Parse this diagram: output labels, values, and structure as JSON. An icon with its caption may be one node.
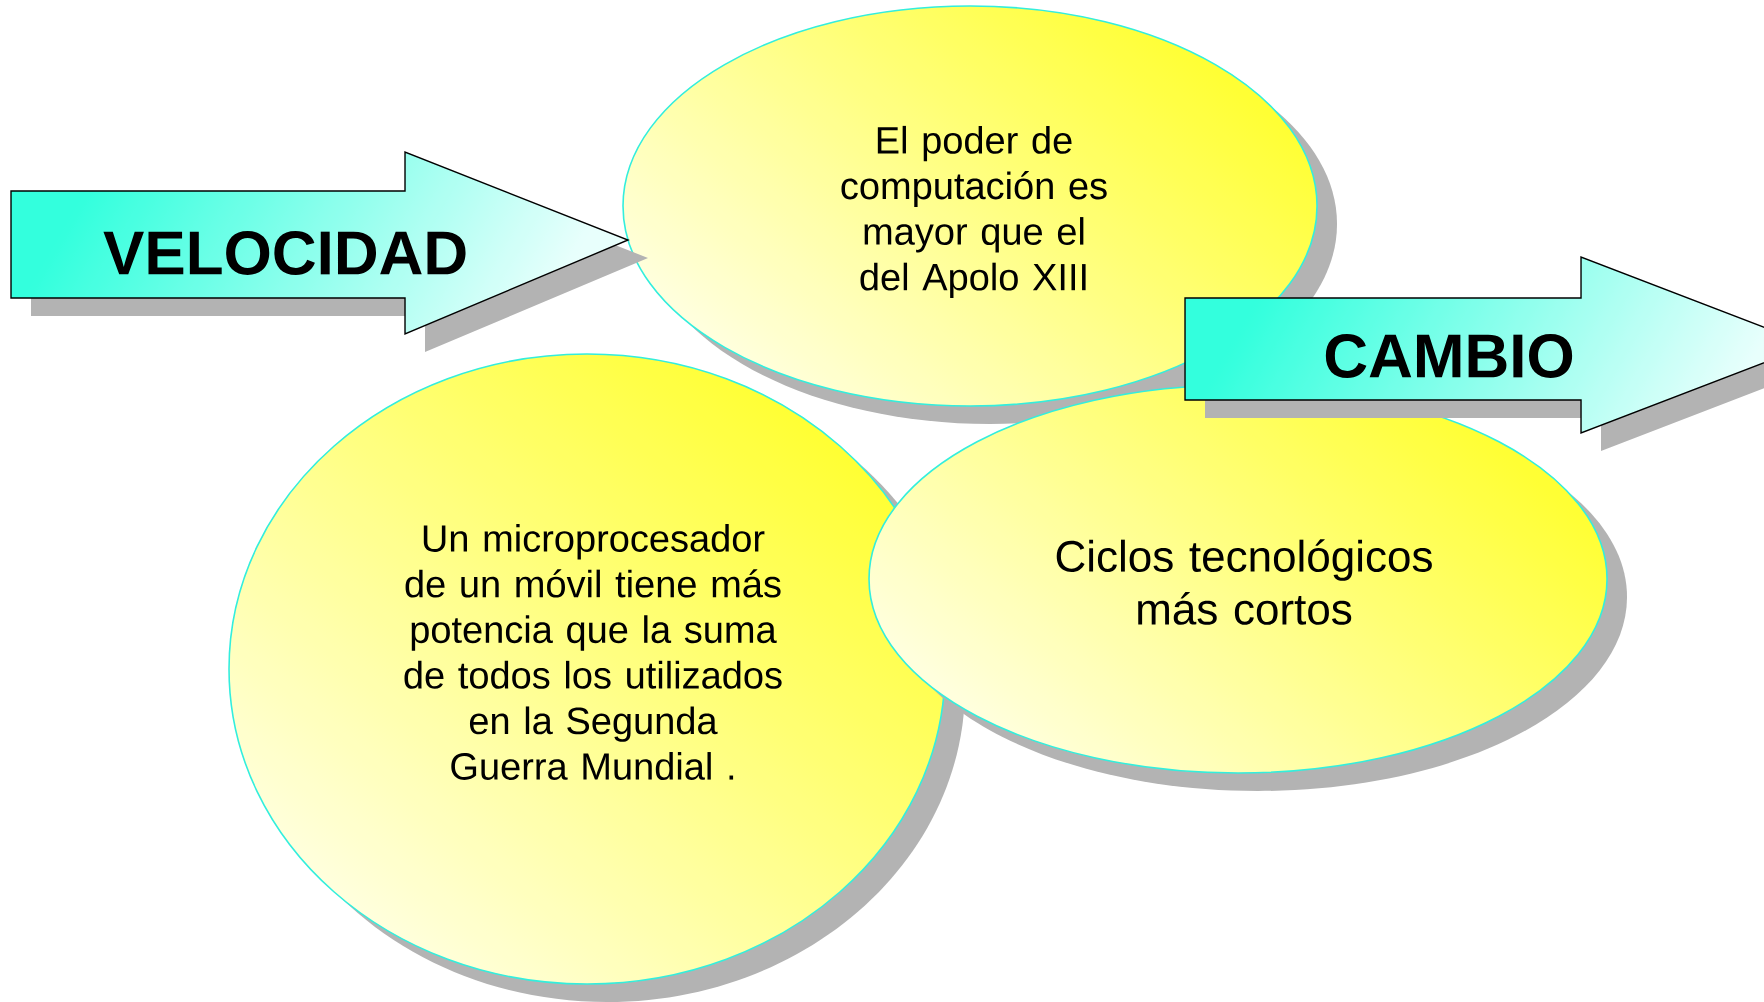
{
  "diagram": {
    "nodes": [
      {
        "text": [
          "VELOCIDAD"
        ]
      },
      {
        "text": [
          "El poder de computación es mayor que el del Apolo XIII"
        ]
      },
      {
        "text": [
          "CAMBIO"
        ]
      },
      {
        "text": [
          "Un microprocesador de un móvil tiene más potencia que la suma de todos los utilizados en la Segunda Guerra Mundial ."
        ]
      },
      {
        "text": [
          "Ciclos tecnológicos más cortos"
        ]
      }
    ]
  }
}
